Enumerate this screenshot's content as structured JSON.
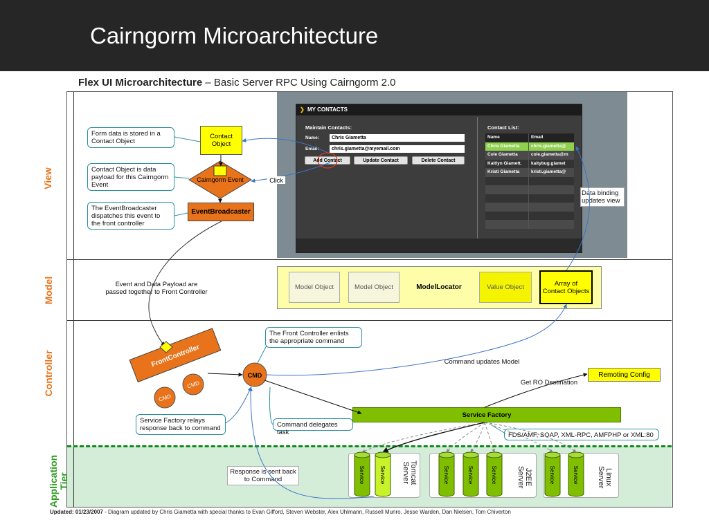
{
  "slide": {
    "title": "Cairngorm Microarchitecture",
    "subtitle_bold": "Flex  UI Microarchitecture",
    "subtitle_rest": " – Basic Server RPC Using Cairngorm 2.0"
  },
  "tiers": {
    "view": "View",
    "model": "Model",
    "controller": "Controller",
    "application_line1": "Application",
    "application_line2": "Tier"
  },
  "view": {
    "callout_form": "Form data is stored in a Contact Object",
    "callout_event": "Contact Object is data payload for this Cairngorm Event",
    "callout_broadcaster": "The EventBroadcaster dispatches this event to the front controller",
    "contact_object_line1": "Contact",
    "contact_object_line2": "Object",
    "cairngorm_event": "Cairngorm Event",
    "event_broadcaster": "EventBroadcaster",
    "click": "Click",
    "data_binding_line1": "Data binding",
    "data_binding_line2": "updates view"
  },
  "app": {
    "title": "MY CONTACTS",
    "maintain": "Maintain Contacts:",
    "name_label": "Name:",
    "name_value": "Chris Giametta",
    "email_label": "Email:",
    "email_value": "chris.giametta@myemail.com",
    "add_button": "Add Contact",
    "update_button": "Update Contact",
    "delete_button": "Delete Contact",
    "list_title": "Contact List:",
    "col_name": "Name",
    "col_email": "Email",
    "rows": [
      {
        "name": "Chris Giametta",
        "email": "chris.giametta@"
      },
      {
        "name": "Cole Giametta",
        "email": "cole.giametta@m"
      },
      {
        "name": "Kaitlyn Giamett.",
        "email": "kaitybug.giamet"
      },
      {
        "name": "Kristi Giametta",
        "email": "kristi.giametta@"
      }
    ]
  },
  "model": {
    "payload_note_line1": "Event and Data Payload are",
    "payload_note_line2": "passed together to Front Controller",
    "model_object_1": "Model Object",
    "model_object_2": "Model Object",
    "model_locator": "ModelLocator",
    "value_object": "Value Object",
    "array_line1": "Array of",
    "array_line2": "Contact Objects"
  },
  "controller": {
    "front_controller": "FrontController",
    "cmd": "CMD",
    "callout_enlists": "The Front Controller enlists the appropriate command",
    "command_updates": "Command updates Model",
    "get_ro": "Get RO Destination",
    "remoting_config": "Remoting Config",
    "service_factory": "Service Factory",
    "callout_relays": "Service Factory relays response back to command",
    "delegates": "Command delegates task",
    "protocols": "FDS/AMF, SOAP, XML-RPC, AMFPHP or XML:80"
  },
  "application": {
    "response_line1": "Response is sent back",
    "response_line2": "to Command",
    "service": "Service",
    "tomcat_line1": "Tomcat",
    "tomcat_line2": "Server",
    "j2ee_line1": "J2EE",
    "j2ee_line2": "Server",
    "linux_line1": "Linux",
    "linux_line2": "Server"
  },
  "footer": {
    "updated": "Updated: 01/23/2007",
    "text": "  - Diagram updated by Chris Giametta with special thanks to Evan Gifford, Steven Webster, Alex Uhlmann, Russell Munro, Jesse Warden, Dan Nielsen, Tom Chiverton"
  },
  "colors": {
    "header": "#262626",
    "orange": "#e8731a",
    "yellow": "#ffff00",
    "green": "#7fbf00",
    "teal": "#2b8fa0",
    "blue_arrow": "#3b74c4"
  }
}
